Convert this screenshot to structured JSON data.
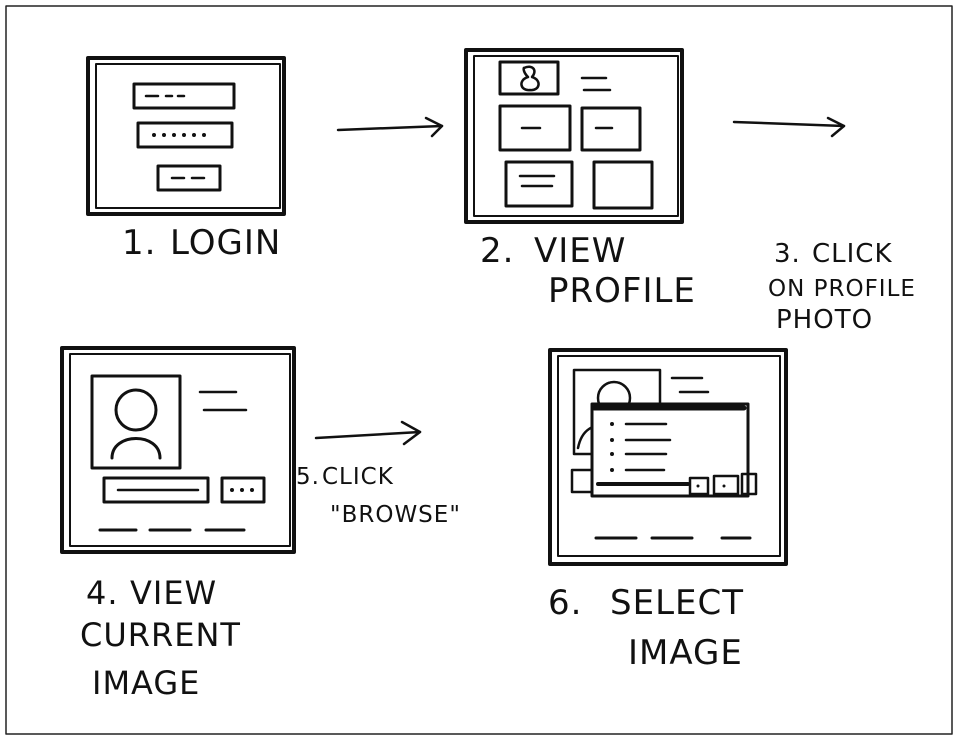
{
  "steps": [
    {
      "number": "1.",
      "label_lines": [
        "LOGIN"
      ]
    },
    {
      "number": "2.",
      "label_lines": [
        "VIEW",
        "PROFILE"
      ]
    },
    {
      "number": "3.",
      "label_lines": [
        "CLICK",
        "ON PROFILE",
        "PHOTO"
      ]
    },
    {
      "number": "4.",
      "label_lines": [
        "VIEW",
        "CURRENT",
        "IMAGE"
      ]
    },
    {
      "number": "5.",
      "label_lines": [
        "CLICK",
        "\"BROWSE\""
      ]
    },
    {
      "number": "6.",
      "label_lines": [
        "SELECT",
        "IMAGE"
      ]
    }
  ],
  "colors": {
    "ink": "#111111",
    "paper": "#ffffff"
  }
}
